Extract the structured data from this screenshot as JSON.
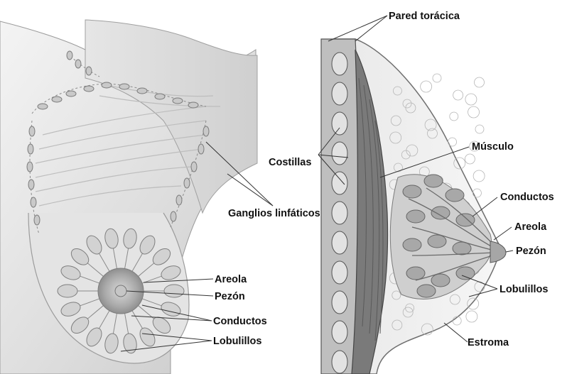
{
  "labels": {
    "chest_wall": "Pared torácica",
    "muscle": "Músculo",
    "ribs": "Costillas",
    "lymph_nodes": "Ganglios linfáticos",
    "ducts_right": "Conductos",
    "areola_right": "Areola",
    "nipple_right": "Pezón",
    "lobules_right": "Lobulillos",
    "stroma": "Estroma",
    "areola_left": "Areola",
    "nipple_left": "Pezón",
    "ducts_left": "Conductos",
    "lobules_left": "Lobulillos"
  },
  "colors": {
    "skin_light": "#efefef",
    "skin_mid": "#d8d8d8",
    "tissue_dark": "#8a8a8a",
    "muscle_dark": "#6e6e6e",
    "outline": "#555555",
    "label_text": "#111111"
  }
}
